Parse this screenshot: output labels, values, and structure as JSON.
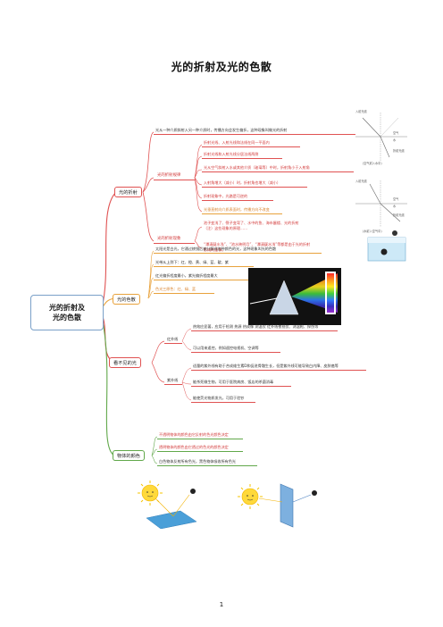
{
  "page": {
    "title": "光的折射及光的色散",
    "page_number": "1"
  },
  "root": {
    "line1": "光的折射及",
    "line2": "光的色散"
  },
  "branches": {
    "refraction": {
      "label": "光的折射",
      "top_leaf": "光从一种介质斜射入另一种介质时，传播方向会发生偏折，这种现象叫做光的折射",
      "law": {
        "label": "光的折射规律",
        "items": [
          "折射光线、入射光线和法线在同一平面内",
          "折射光线和入射光线分居法线两侧",
          "光从空气斜射入水或其他介质（玻璃等）中时，折射角小于入射角",
          "入射角增大（减小）时，折射角也增大（减小）",
          "折射现象中，光路是可逆的",
          "光垂直射向介质表面时，传播方向不改变"
        ]
      },
      "phenomena": {
        "label": "光的折射现象",
        "items": [
          "池子变浅了、筷子变弯了、水中的鱼、海市蜃楼、光的折射",
          "（注）这些现象的原理……",
          "“潭清疑水浅”、“池水映明月”、“潭清疑水浅”等都是由于光的折射",
          "形成的虚像。"
        ]
      },
      "diagram_labels": {
        "top_left": "入射光线",
        "top_right_1": "空气",
        "top_right_2": "水",
        "top_right_3": "折射光线",
        "top_caption": "(空气射入水中)",
        "bottom_left": "入射光线",
        "bottom_right_1": "空气",
        "bottom_right_2": "水",
        "bottom_right_3": "折射光线",
        "bottom_caption": "(水射入空气中)"
      }
    },
    "dispersion": {
      "label": "光的色散",
      "items": [
        "太阳光是白光，它通过棱镜后被分解成各种颜色的光，这种现象叫光的色散",
        "光带从上到下：红、橙、黄、绿、蓝、靛、紫",
        "红光偏折程度最小，紫光偏折程度最大",
        "色光三原色：红、绿、蓝"
      ]
    },
    "invisible": {
      "label": "看不见的光",
      "infrared": {
        "label": "红外线",
        "items": [
          "热效应显著，应用于检测 热源 热成像 测温仪 红外线夜视仪、测温枪、探伤等",
          "可以用来遥控，例如遥控电视机、空调等"
        ]
      },
      "ultraviolet": {
        "label": "紫外线",
        "items": [
          "适量的紫外线有助于合成维生素D和促进骨骼生长，但是紫外线可能导致白内障、皮肤癌等",
          "能杀死微生物，可用于医院病房、饭店的杀菌消毒",
          "能使荧光物质发光，可用于验钞"
        ]
      }
    },
    "object_color": {
      "label": "物体的颜色",
      "items": [
        "不透明物体的颜色由它反射的色光颜色决定",
        "透明物体的颜色由它透过的色光的颜色决定",
        "白色物体反射所有色光，黑色物体吸收所有色光"
      ]
    }
  },
  "colors": {
    "red": "#e05252",
    "orange": "#e8a23c",
    "green": "#61a84a",
    "purple": "#9a6cc0",
    "root_border": "#7aa0c8"
  }
}
